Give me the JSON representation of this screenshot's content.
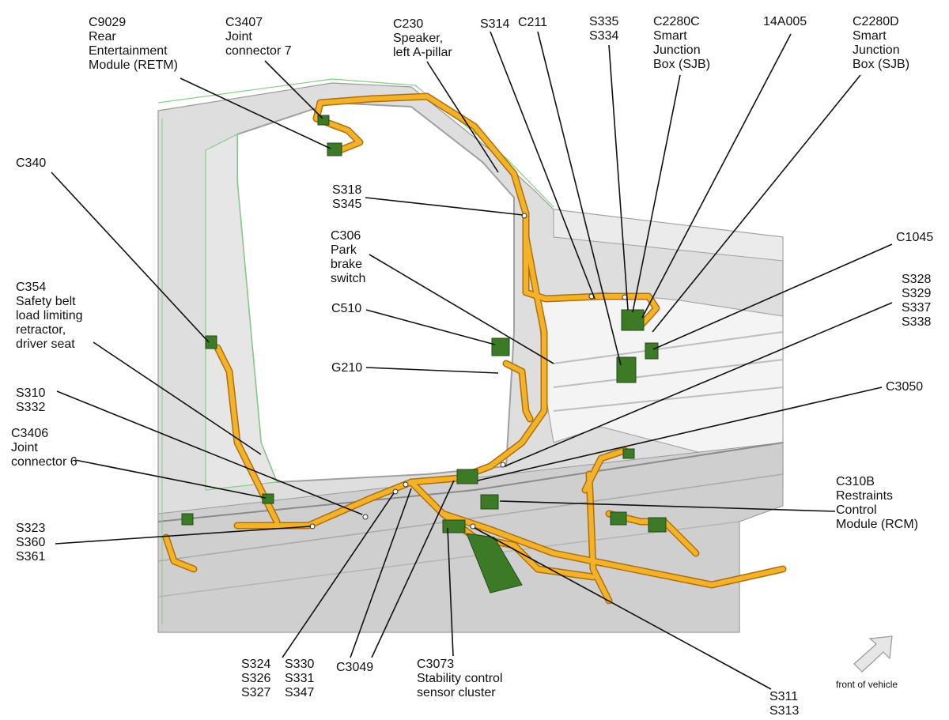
{
  "callouts": [
    {
      "id": "c9029",
      "lines": [
        "C9029",
        "Rear",
        "Entertainment",
        "Module (RETM)"
      ]
    },
    {
      "id": "c3407",
      "lines": [
        "C3407",
        "Joint",
        "connector 7"
      ]
    },
    {
      "id": "c230",
      "lines": [
        "C230",
        "Speaker,",
        "left A-pillar"
      ]
    },
    {
      "id": "s314",
      "lines": [
        "S314"
      ]
    },
    {
      "id": "c211",
      "lines": [
        "C211"
      ]
    },
    {
      "id": "s335",
      "lines": [
        "S335",
        "S334"
      ]
    },
    {
      "id": "c2280c",
      "lines": [
        "C2280C",
        "Smart",
        "Junction",
        "Box (SJB)"
      ]
    },
    {
      "id": "14a005",
      "lines": [
        "14A005"
      ]
    },
    {
      "id": "c2280d",
      "lines": [
        "C2280D",
        "Smart",
        "Junction",
        "Box (SJB)"
      ]
    },
    {
      "id": "c340",
      "lines": [
        "C340"
      ]
    },
    {
      "id": "s318",
      "lines": [
        "S318",
        "S345"
      ]
    },
    {
      "id": "c306",
      "lines": [
        "C306",
        "Park",
        "brake",
        "switch"
      ]
    },
    {
      "id": "c1045",
      "lines": [
        "C1045"
      ]
    },
    {
      "id": "c354",
      "lines": [
        "C354",
        "Safety belt",
        "load limiting",
        "retractor,",
        "driver seat"
      ]
    },
    {
      "id": "c510",
      "lines": [
        "C510"
      ]
    },
    {
      "id": "s328",
      "lines": [
        "S328",
        "S329",
        "S337",
        "S338"
      ]
    },
    {
      "id": "g210",
      "lines": [
        "G210"
      ]
    },
    {
      "id": "s310",
      "lines": [
        "S310",
        "S332"
      ]
    },
    {
      "id": "c3050",
      "lines": [
        "C3050"
      ]
    },
    {
      "id": "c3406",
      "lines": [
        "C3406",
        "Joint",
        "connector 6"
      ]
    },
    {
      "id": "c310b",
      "lines": [
        "C310B",
        "Restraints",
        "Control",
        "Module (RCM)"
      ]
    },
    {
      "id": "s323",
      "lines": [
        "S323",
        "S360",
        "S361"
      ]
    },
    {
      "id": "s324",
      "lines": [
        "S324",
        "S326",
        "S327"
      ]
    },
    {
      "id": "s330",
      "lines": [
        "S330",
        "S331",
        "S347"
      ]
    },
    {
      "id": "c3049",
      "lines": [
        "C3049"
      ]
    },
    {
      "id": "c3073",
      "lines": [
        "C3073",
        "Stability control",
        "sensor cluster"
      ]
    },
    {
      "id": "s311",
      "lines": [
        "S311",
        "S313"
      ]
    }
  ],
  "orientation": {
    "label": "front of vehicle"
  },
  "colors": {
    "harness": "#e8a21a",
    "harness_edge": "#b06f0a",
    "connector": "#3d7a25",
    "body": "#dcdcdc",
    "body_edge": "#9a9a9a",
    "green_edge": "#7fd27f",
    "arrow": "#e6e6e6"
  }
}
